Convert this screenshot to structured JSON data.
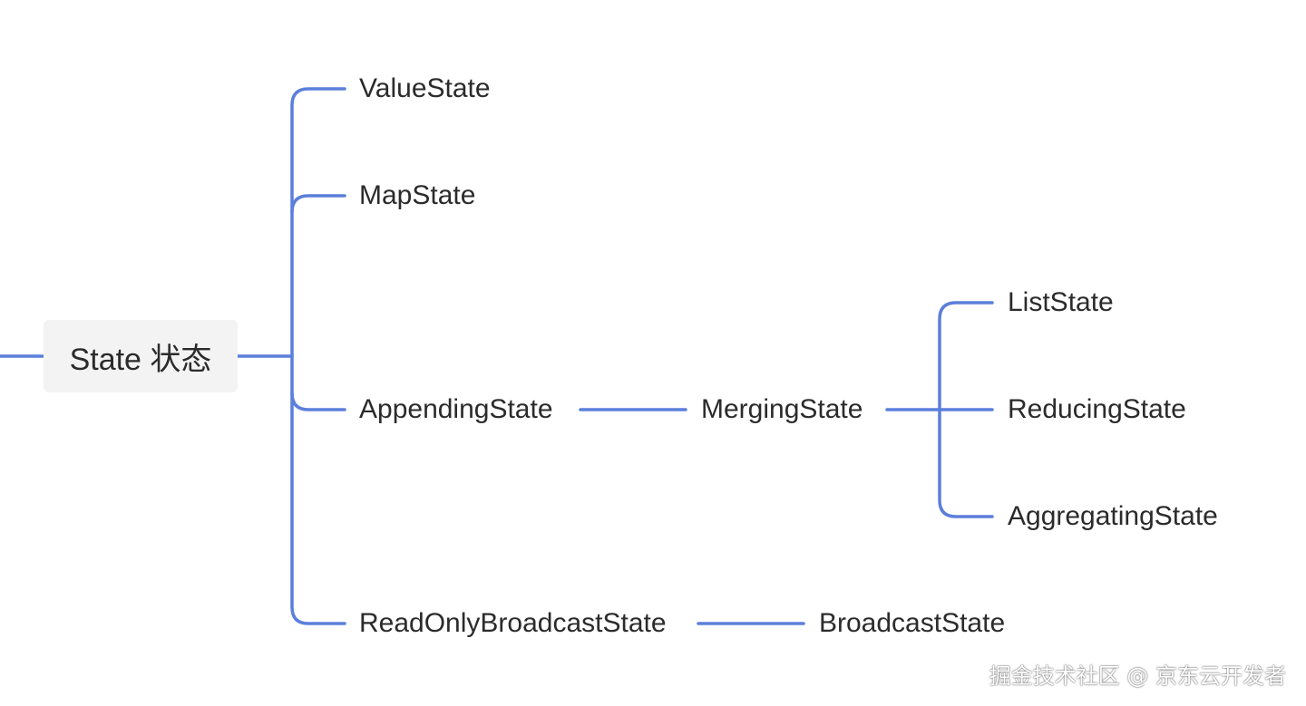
{
  "root": {
    "label": "State 状态"
  },
  "nodes": {
    "value_state": "ValueState",
    "map_state": "MapState",
    "appending_state": "AppendingState",
    "merging_state": "MergingState",
    "list_state": "ListState",
    "reducing_state": "ReducingState",
    "aggregating_state": "AggregatingState",
    "read_only_broadcast_state": "ReadOnlyBroadcastState",
    "broadcast_state": "BroadcastState"
  },
  "watermark": "掘金技术社区 @ 京东云开发者",
  "colors": {
    "connector": "#5b7fdb",
    "root_fill": "#f3f3f3",
    "text": "#2b2b2b"
  }
}
